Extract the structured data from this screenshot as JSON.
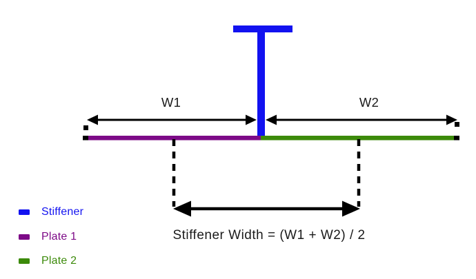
{
  "figure": {
    "background": "#ffffff"
  },
  "colors": {
    "stiffener": "#1212f0",
    "plate1": "#7d0a87",
    "plate2": "#3c8a0a",
    "dimension": "#000000",
    "label_text": "#1a1a1a"
  },
  "diagram": {
    "w1_label": "W1",
    "w2_label": "W2",
    "formula_label": "Stiffener Width = (W1 + W2) / 2"
  },
  "legend": {
    "items": [
      {
        "label": "Stiffener",
        "color": "#1212f0"
      },
      {
        "label": "Plate 1",
        "color": "#7d0a87"
      },
      {
        "label": "Plate 2",
        "color": "#3c8a0a"
      }
    ]
  }
}
